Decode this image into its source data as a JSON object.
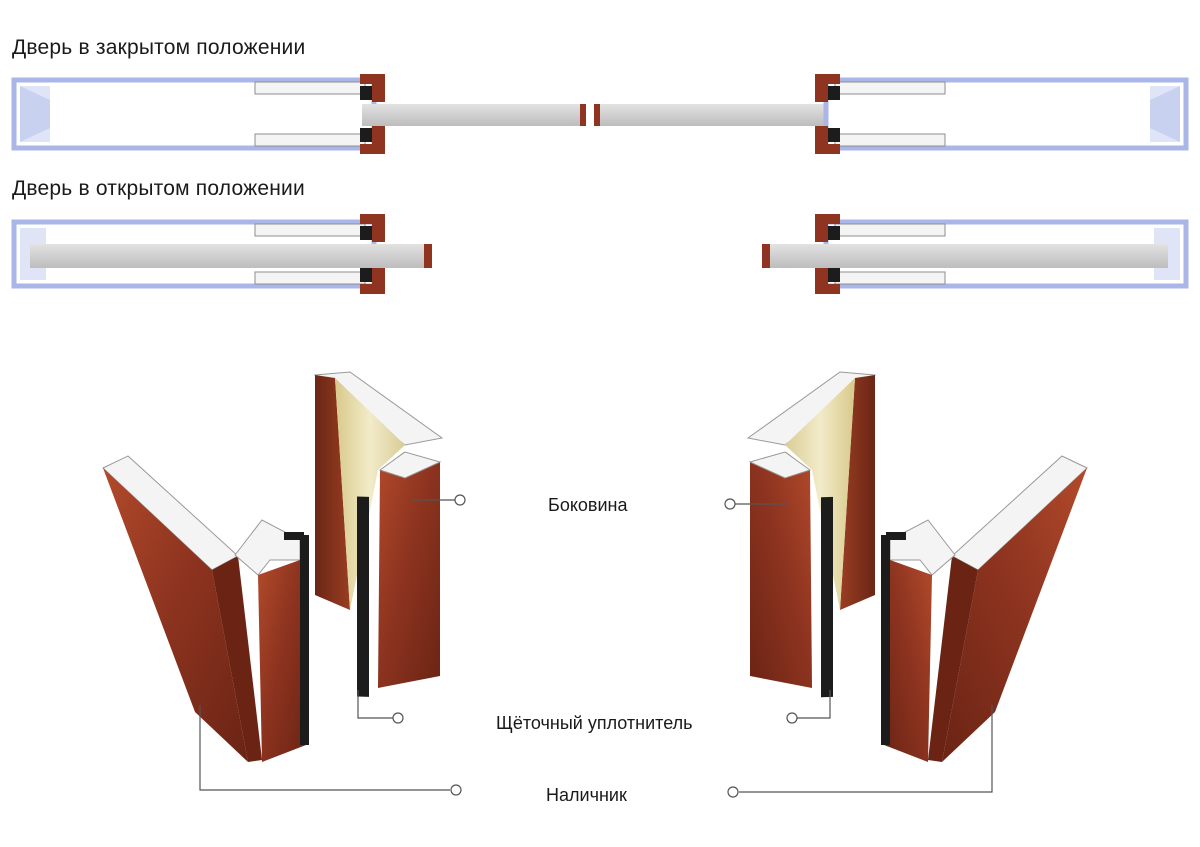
{
  "headings": {
    "closed": "Дверь в закрытом положении",
    "open": "Дверь в открытом положении"
  },
  "callouts": {
    "side_panel": "Боковина",
    "brush_seal": "Щёточный уплотнитель",
    "trim": "Наличник"
  },
  "colors": {
    "wood": "#8e3420",
    "wood_dark": "#5c1d10",
    "light_wood": "#e7dcae",
    "white_profile": "#f4f4f4",
    "blue_frame": "#aab6e8",
    "door_leaf": "#cfcfcf",
    "seal": "#1c1c1c",
    "leader_line": "#555555"
  }
}
